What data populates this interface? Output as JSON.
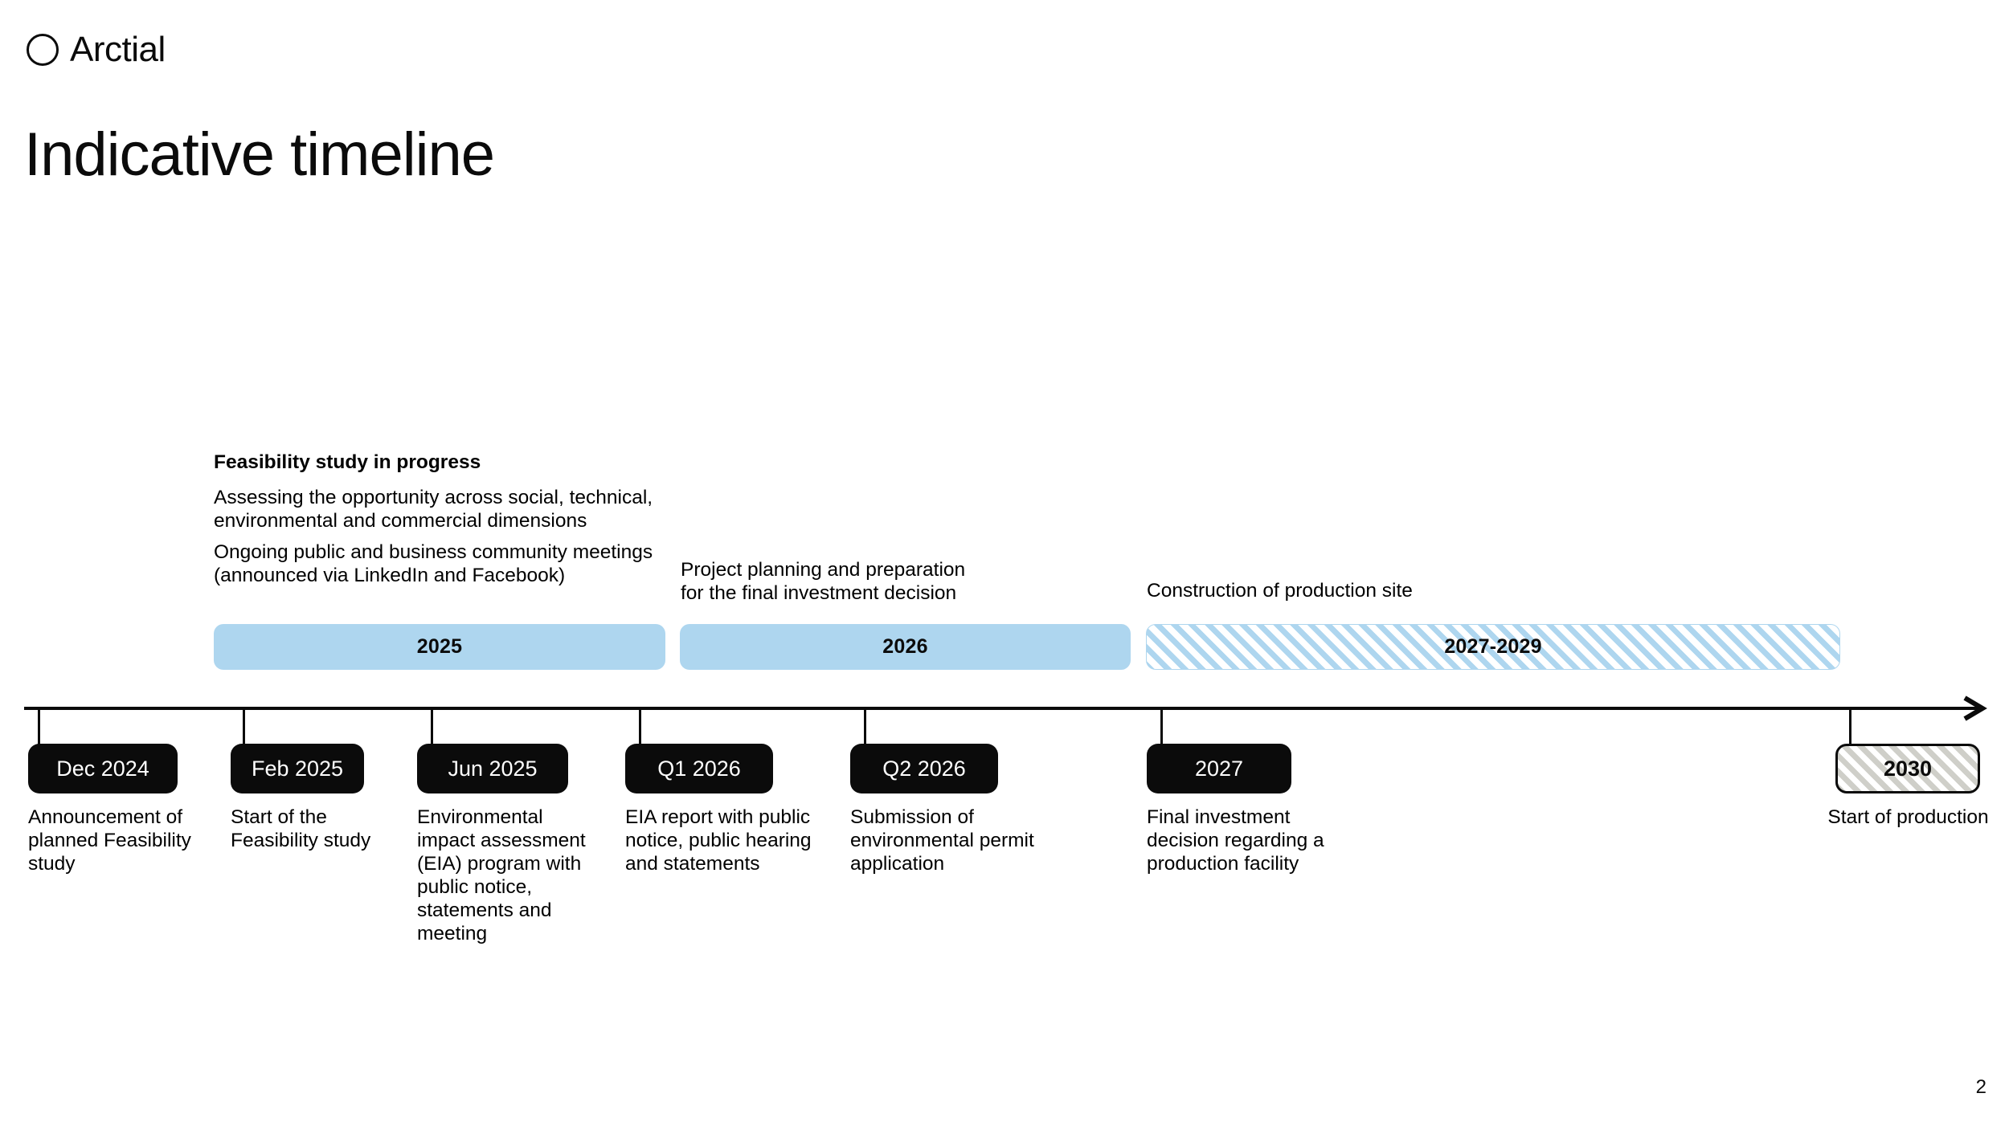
{
  "brand": {
    "logo_icon": "circle-outline-icon",
    "name": "Arctial"
  },
  "page_title": "Indicative timeline",
  "page_number": "2",
  "colors": {
    "phase_blue": "#aed6ef",
    "ink": "#0b0b0b",
    "hatch_gray": "#cfcfc9"
  },
  "phase_notes": {
    "feasibility_heading": "Feasibility study in progress",
    "feasibility_line_1": "Assessing the opportunity across social, technical,\nenvironmental and commercial dimensions",
    "feasibility_line_2": "Ongoing public and business community meetings\n(announced via LinkedIn and Facebook)",
    "planning": "Project planning and preparation\nfor the final investment decision",
    "construction": "Construction of production site"
  },
  "phases": [
    {
      "label": "2025",
      "style": "solid"
    },
    {
      "label": "2026",
      "style": "solid"
    },
    {
      "label": "2027-2029",
      "style": "hatched"
    }
  ],
  "axis": {
    "arrow_icon": "arrow-right-icon"
  },
  "milestones": [
    {
      "date": "Dec 2024",
      "caption": "Announcement of\nplanned Feasibility\nstudy",
      "style": "dark"
    },
    {
      "date": "Feb 2025",
      "caption": "Start of the\nFeasibility study",
      "style": "dark"
    },
    {
      "date": "Jun 2025",
      "caption": "Environmental\nimpact assessment\n(EIA) program with\npublic notice,\nstatements and\nmeeting",
      "style": "dark"
    },
    {
      "date": "Q1 2026",
      "caption": "EIA report with public\nnotice, public hearing\nand statements",
      "style": "dark"
    },
    {
      "date": "Q2 2026",
      "caption": "Submission of\nenvironmental permit\napplication",
      "style": "dark"
    },
    {
      "date": "2027",
      "caption": "Final investment\ndecision regarding a\nproduction facility",
      "style": "dark"
    },
    {
      "date": "2030",
      "caption": "Start of production",
      "style": "hatched"
    }
  ]
}
